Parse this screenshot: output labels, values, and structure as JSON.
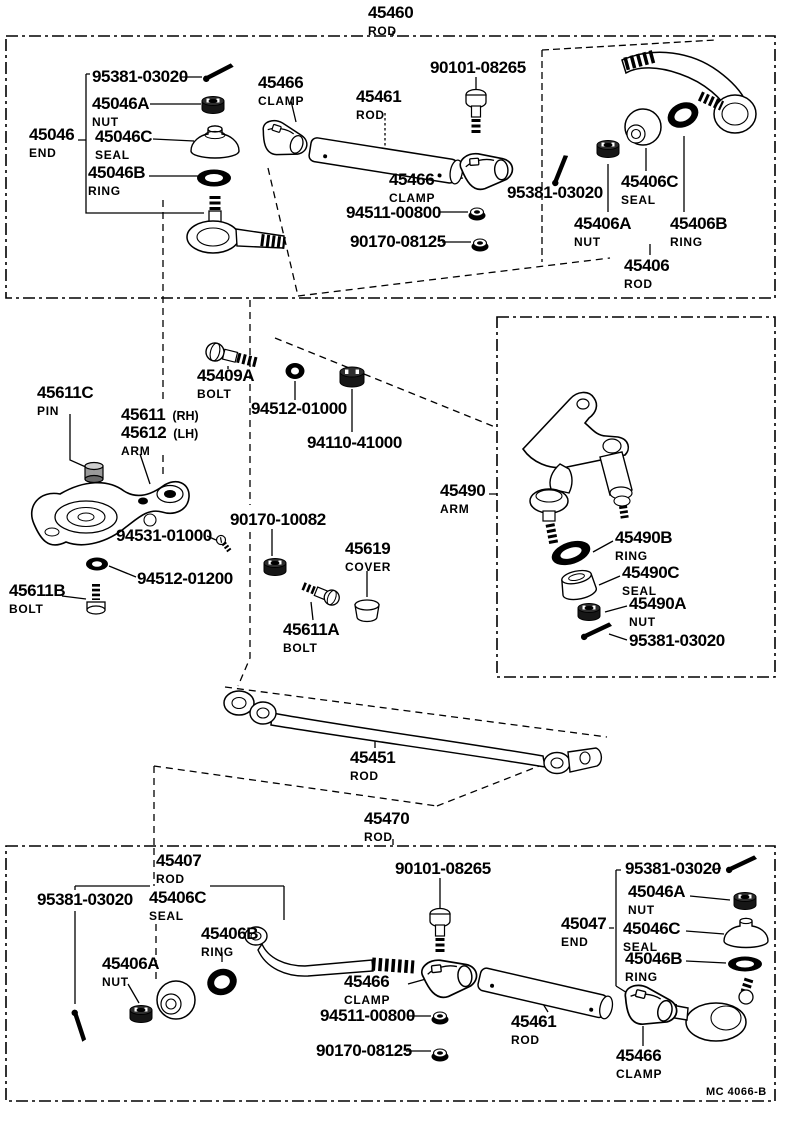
{
  "doc": {
    "title": {
      "code": "45460",
      "type": "ROD"
    },
    "footer_code": "MC 4066-B",
    "ink_color": "#000000",
    "paper_color": "#ffffff"
  },
  "labels": [
    {
      "code": "45460",
      "type": "ROD"
    },
    {
      "code": "95381-03020"
    },
    {
      "code": "45046A",
      "type": "NUT"
    },
    {
      "code": "45046",
      "type": "END"
    },
    {
      "code": "45046C",
      "type": "SEAL"
    },
    {
      "code": "45046B",
      "type": "RING"
    },
    {
      "code": "45466",
      "type": "CLAMP"
    },
    {
      "code": "45461",
      "type": "ROD"
    },
    {
      "code": "90101-08265"
    },
    {
      "code": "45466",
      "type": "CLAMP"
    },
    {
      "code": "94511-00800"
    },
    {
      "code": "90170-08125"
    },
    {
      "code": "95381-03020"
    },
    {
      "code": "45406C",
      "type": "SEAL"
    },
    {
      "code": "45406A",
      "type": "NUT"
    },
    {
      "code": "45406B",
      "type": "RING"
    },
    {
      "code": "45406",
      "type": "ROD"
    },
    {
      "code": "45409A",
      "type": "BOLT"
    },
    {
      "code": "94512-01000"
    },
    {
      "code": "94110-41000"
    },
    {
      "code": "45611C",
      "type": "PIN"
    },
    {
      "code": "45611",
      "suffix": "(RH)"
    },
    {
      "code": "45612",
      "suffix": "(LH)",
      "type": "ARM"
    },
    {
      "code": "94531-01000"
    },
    {
      "code": "94512-01200"
    },
    {
      "code": "45611B",
      "type": "BOLT"
    },
    {
      "code": "90170-10082"
    },
    {
      "code": "45619",
      "type": "COVER"
    },
    {
      "code": "45611A",
      "type": "BOLT"
    },
    {
      "code": "45490",
      "type": "ARM"
    },
    {
      "code": "45490B",
      "type": "RING"
    },
    {
      "code": "45490C",
      "type": "SEAL"
    },
    {
      "code": "45490A",
      "type": "NUT"
    },
    {
      "code": "95381-03020"
    },
    {
      "code": "45451",
      "type": "ROD"
    },
    {
      "code": "45470",
      "type": "ROD"
    },
    {
      "code": "45407",
      "type": "ROD"
    },
    {
      "code": "95381-03020"
    },
    {
      "code": "45406C",
      "type": "SEAL"
    },
    {
      "code": "45406B",
      "type": "RING"
    },
    {
      "code": "45406A",
      "type": "NUT"
    },
    {
      "code": "90101-08265"
    },
    {
      "code": "45047",
      "type": "END"
    },
    {
      "code": "45466",
      "type": "CLAMP"
    },
    {
      "code": "94511-00800"
    },
    {
      "code": "90170-08125"
    },
    {
      "code": "45461",
      "type": "ROD"
    },
    {
      "code": "95381-03020"
    },
    {
      "code": "45046A",
      "type": "NUT"
    },
    {
      "code": "45046C",
      "type": "SEAL"
    },
    {
      "code": "45046B",
      "type": "RING"
    },
    {
      "code": "45466",
      "type": "CLAMP"
    }
  ]
}
